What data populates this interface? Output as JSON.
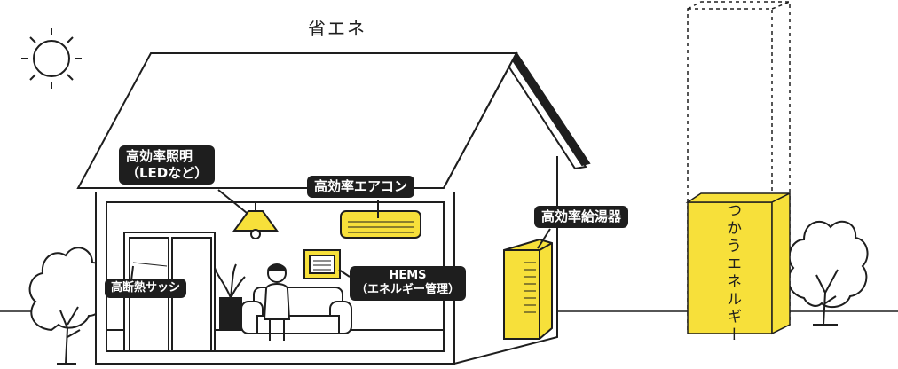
{
  "title": "省エネ",
  "labels": {
    "lighting_line1": "高効率照明",
    "lighting_line2": "（LEDなど）",
    "aircon": "高効率エアコン",
    "water_heater": "高効率給湯器",
    "window": "高断熱サッシ",
    "hems_line1": "HEMS",
    "hems_line2": "（エネルギー管理）"
  },
  "bar": {
    "label": "つかうエネルギー",
    "fill_color": "#f7e03a",
    "used_fraction": 0.37
  },
  "colors": {
    "accent": "#f7e03a",
    "ink": "#1e1e1e",
    "label_bg": "#1e1e1e",
    "label_text": "#ffffff"
  }
}
